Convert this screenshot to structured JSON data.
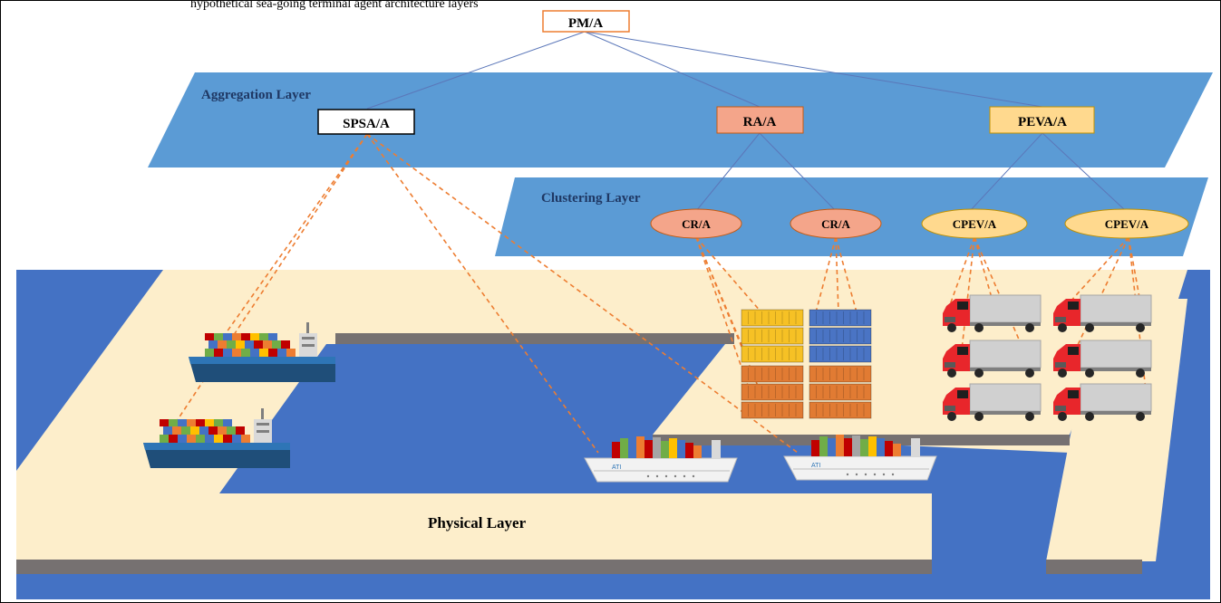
{
  "top_caption": "hypothetical sea-going terminal agent architecture layers",
  "layers": {
    "aggregation": "Aggregation Layer",
    "clustering": "Clustering Layer",
    "physical": "Physical Layer"
  },
  "agents": {
    "root": "PM/A",
    "spsa": "SPSA/A",
    "ra": "RA/A",
    "peva": "PEVA/A",
    "cr_1": "CR/A",
    "cr_2": "CR/A",
    "cpev_1": "CPEV/A",
    "cpev_2": "CPEV/A"
  },
  "colors": {
    "layer_blue": "#5b9bd5",
    "water": "#4472c4",
    "land": "#fdeecb",
    "ra_fill": "#f4a58a",
    "peva_fill": "#ffd98e",
    "dashed_link": "#ed7d31",
    "container_yellow": "#f6c125",
    "container_blue": "#4a74c4",
    "container_orange": "#e17b33",
    "truck_red": "#e8262b"
  }
}
